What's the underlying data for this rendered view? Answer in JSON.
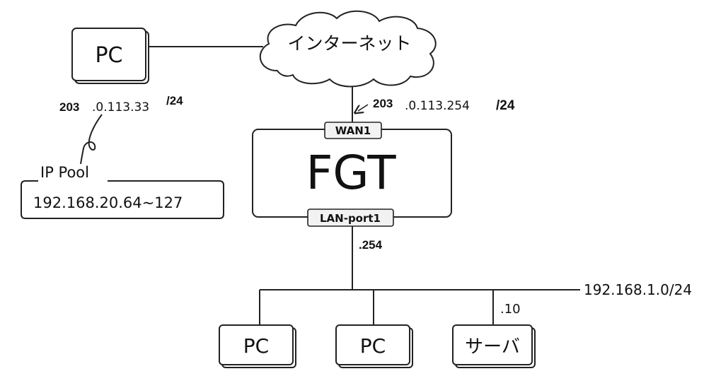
{
  "cloud": {
    "label": "インターネット"
  },
  "remote_pc": {
    "label": "PC",
    "ip_prefix": "203",
    "ip_rest": ".0.113.33",
    "ip_mask": "/24"
  },
  "ip_pool": {
    "title": "IP Pool",
    "range": "192.168.20.64~127"
  },
  "fgt": {
    "label": "FGT",
    "wan_port": "WAN1",
    "wan_ip_prefix": "203",
    "wan_ip_rest": ".0.113.254",
    "wan_ip_mask": "/24",
    "lan_port": "LAN-port1",
    "lan_ip": ".254"
  },
  "lan": {
    "network": "192.168.1.0/24",
    "devices": [
      {
        "label": "PC"
      },
      {
        "label": "PC"
      },
      {
        "label": "サーバ",
        "ip": ".10"
      }
    ]
  }
}
